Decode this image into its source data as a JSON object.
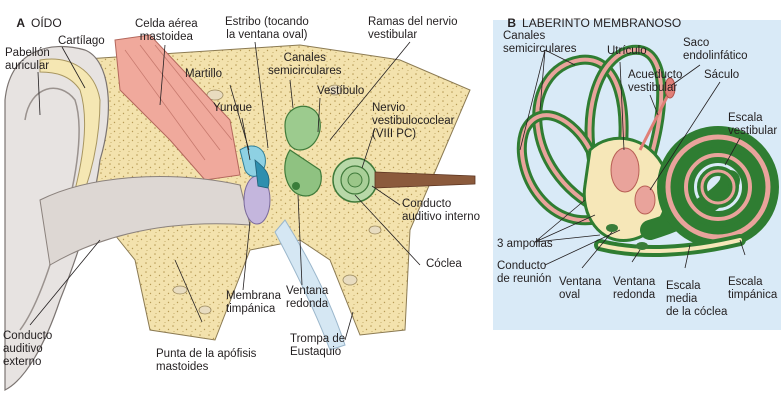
{
  "panel_a": {
    "letter": "A",
    "title": "OÍDO",
    "labels": {
      "pabellon": "Pabellón\nauricular",
      "cartilago": "Cartílago",
      "celda": "Celda aérea\nmastoidea",
      "estribo": "Estribo (tocando\nla ventana oval)",
      "ramas": "Ramas del nervio\nvestibular",
      "canales": "Canales\nsemicirculares",
      "martillo": "Martillo",
      "vestibulo": "Vestíbulo",
      "yunque": "Yunque",
      "nervio": "Nervio\nvestibulococlear\n(VIII PC)",
      "conducto_interno": "Conducto\nauditivo interno",
      "coclea": "Cóclea",
      "membrana": "Membrana\ntimpánica",
      "ventana_redonda": "Ventana\nredonda",
      "trompa": "Trompa de\nEustaquio",
      "punta": "Punta de la apófisis\nmastoides",
      "conducto_externo": "Conducto\nauditivo\nexterno"
    }
  },
  "panel_b": {
    "letter": "B",
    "title": "LABERINTO MEMBRANOSO",
    "labels": {
      "canales": "Canales\nsemicirculares",
      "utriculo": "Utrículo",
      "saco": "Saco\nendolinfático",
      "acueducto": "Acueducto\nvestibular",
      "saculo": "Sáculo",
      "escala_vestibular": "Escala\nvestibular",
      "ampollas": "3 ampollas",
      "conducto_reunion": "Conducto\nde reunión",
      "ventana_oval": "Ventana\noval",
      "ventana_redonda": "Ventana\nredonda",
      "escala_media": "Escala\nmedia\nde la cóclea",
      "escala_timpanica": "Escala\ntimpánica"
    }
  }
}
